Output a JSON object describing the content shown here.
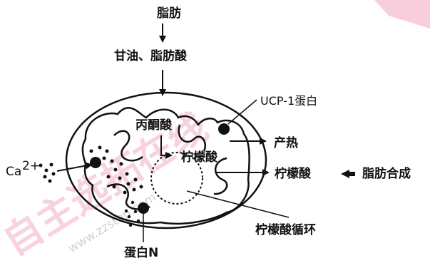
{
  "labels": {
    "fat": "脂肪",
    "glycerol_fatty_acid": "甘油、脂肪酸",
    "ucp1": "UCP-1蛋白",
    "pyruvate": "丙酮酸",
    "heat": "产热",
    "citrate_inner": "柠檬酸",
    "ca": "Ca",
    "ca_charge": "2+",
    "citrate_outer": "柠檬酸",
    "fat_synthesis": "脂肪合成",
    "citric_cycle": "柠檬酸循环",
    "protein_n": "蛋白N"
  },
  "watermark": {
    "text_cn": "自主选拓在线",
    "text_url": "www.zzstep.com",
    "color": "#e23a73"
  }
}
